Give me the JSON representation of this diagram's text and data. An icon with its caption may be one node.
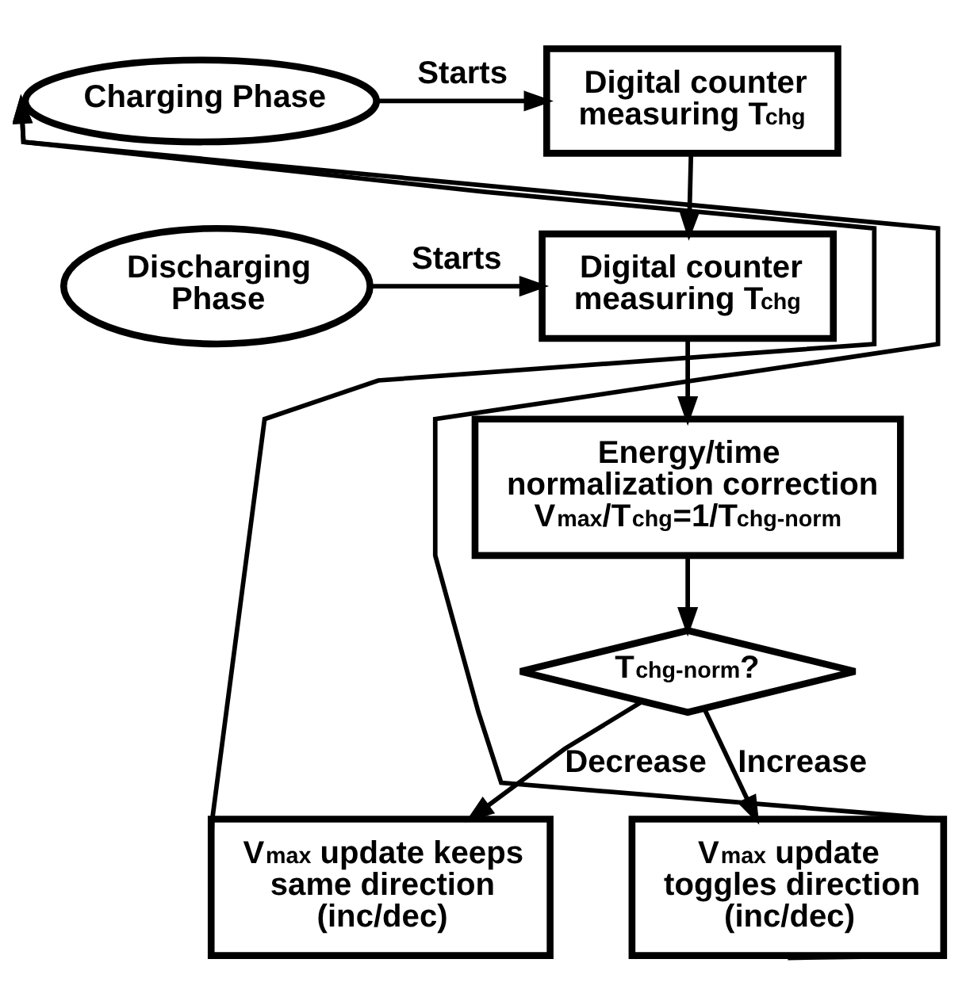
{
  "diagram": {
    "nodes": [
      {
        "text": [
          "Charging Phase"
        ]
      },
      {
        "text": [
          "Digital counter measuring T$_{chg}$"
        ]
      },
      {
        "text": [
          "Discharging Phase"
        ]
      },
      {
        "text": [
          "Digital counter measuring T$_{chg}$"
        ]
      },
      {
        "text": [
          "Energy/time normalization correction",
          "V$_{max}$/T$_{chg}$=1/T$_{chg-norm}$"
        ]
      },
      {
        "text": [
          "T$_{chg-norm}$?"
        ]
      },
      {
        "text": [
          "V$_{max}$ update keeps same direction (inc/dec)"
        ]
      },
      {
        "text": [
          "V$_{max}$ update toggles direction (inc/dec)"
        ]
      }
    ],
    "edges": [
      {
        "from": 0,
        "to": 1,
        "arrow": "to",
        "label": "Starts"
      },
      {
        "from": 1,
        "to": 3,
        "arrow": "to"
      },
      {
        "from": 2,
        "to": 3,
        "arrow": "to",
        "label": "Starts"
      },
      {
        "from": 3,
        "to": 4,
        "arrow": "to"
      },
      {
        "from": 4,
        "to": 5,
        "arrow": "to"
      },
      {
        "from": 5,
        "to": 6,
        "arrow": "to",
        "label": "Decrease"
      },
      {
        "from": 5,
        "to": 7,
        "arrow": "to",
        "label": "Increase"
      },
      {
        "from": 6,
        "to": 0,
        "arrow": "to"
      },
      {
        "from": 7,
        "to": 0,
        "arrow": "to"
      }
    ]
  }
}
